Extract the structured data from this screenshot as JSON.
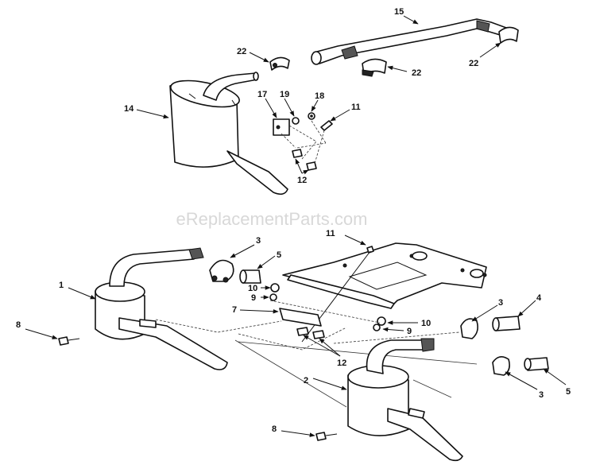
{
  "watermark": "eReplacementParts.com",
  "callouts": {
    "c15": "15",
    "c22a": "22",
    "c22b": "22",
    "c22c": "22",
    "c14": "14",
    "c17": "17",
    "c19": "19",
    "c18": "18",
    "c11a": "11",
    "c12a": "12",
    "c11b": "11",
    "c3a": "3",
    "c5a": "5",
    "c1": "1",
    "c10a": "10",
    "c9a": "9",
    "c7": "7",
    "c8a": "8",
    "c3b": "3",
    "c4": "4",
    "c10b": "10",
    "c9b": "9",
    "c12b": "12",
    "c2": "2",
    "c3c": "3",
    "c5b": "5",
    "c8b": "8"
  }
}
